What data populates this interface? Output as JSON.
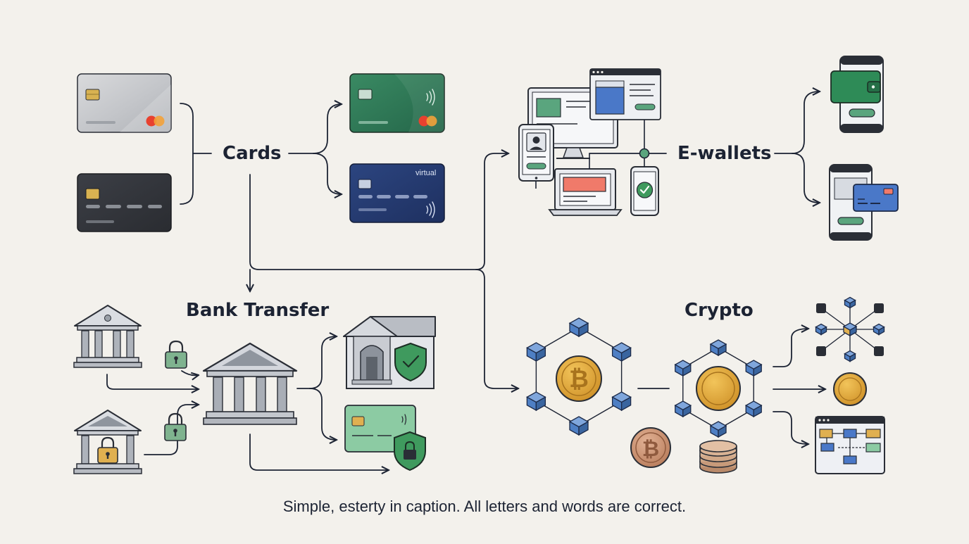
{
  "labels": {
    "cards": "Cards",
    "ewallets": "E-wallets",
    "bank_transfer": "Bank Transfer",
    "crypto": "Crypto",
    "virtual": "virtual"
  },
  "caption": "Simple, esterty in caption.  All letters and words are correct.",
  "colors": {
    "background": "#f3f1ec",
    "ink": "#1c2333",
    "green_card": "#2f7d58",
    "navy_card": "#253a6e",
    "dark_card": "#33363d",
    "silver_card": "#c9cacd",
    "wallet_green": "#2e8b57",
    "wallet_blue": "#4a78c8",
    "block_blue": "#4e7fc4",
    "coin_gold": "#e0a93a",
    "coin_copper": "#c98f6e",
    "shield_green": "#3f9a5e",
    "alert_red": "#f07a6a"
  },
  "icons": [
    "credit-card-icon",
    "contactless-icon",
    "monitor-icon",
    "smartphone-icon",
    "laptop-icon",
    "wallet-icon",
    "bank-building-icon",
    "padlock-icon",
    "shield-check-icon",
    "bitcoin-coin-icon",
    "blockchain-block-icon",
    "coin-stack-icon",
    "flowchart-window-icon"
  ]
}
